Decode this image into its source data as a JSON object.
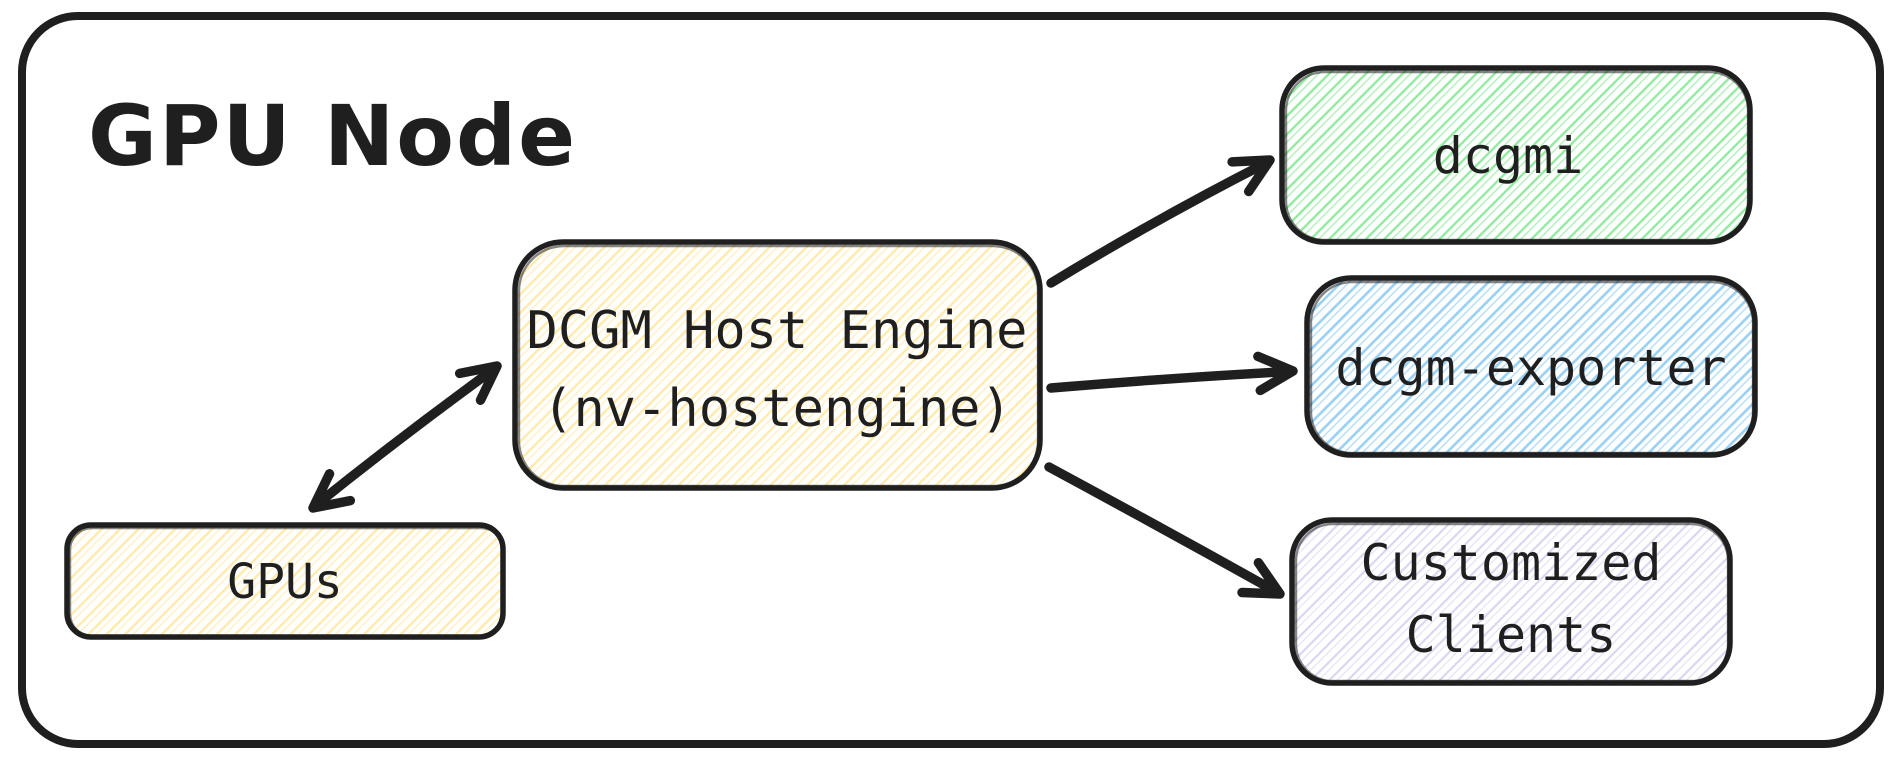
{
  "diagram": {
    "title": "GPU Node",
    "colors": {
      "stroke": "#1f1f1f",
      "yellow": "#ffe9a8",
      "green": "#8ce99a",
      "blue": "#92cdf5",
      "purple": "#d9d4f0"
    },
    "nodes": {
      "gpus": {
        "label": "GPUs",
        "fill_style": "yellow-hachure"
      },
      "host_engine": {
        "label_line1": "DCGM Host Engine",
        "label_line2": "(nv-hostengine)",
        "fill_style": "yellow-hachure"
      },
      "dcgmi": {
        "label": "dcgmi",
        "fill_style": "green-hachure"
      },
      "dcgm_exporter": {
        "label": "dcgm-exporter",
        "fill_style": "blue-hachure"
      },
      "customized_clients": {
        "label_line1": "Customized",
        "label_line2": "Clients",
        "fill_style": "purple-hachure"
      }
    },
    "edges": [
      {
        "from": "gpus",
        "to": "host_engine",
        "direction": "bidirectional"
      },
      {
        "from": "host_engine",
        "to": "dcgmi",
        "direction": "forward"
      },
      {
        "from": "host_engine",
        "to": "dcgm_exporter",
        "direction": "forward"
      },
      {
        "from": "host_engine",
        "to": "customized_clients",
        "direction": "forward"
      }
    ]
  }
}
